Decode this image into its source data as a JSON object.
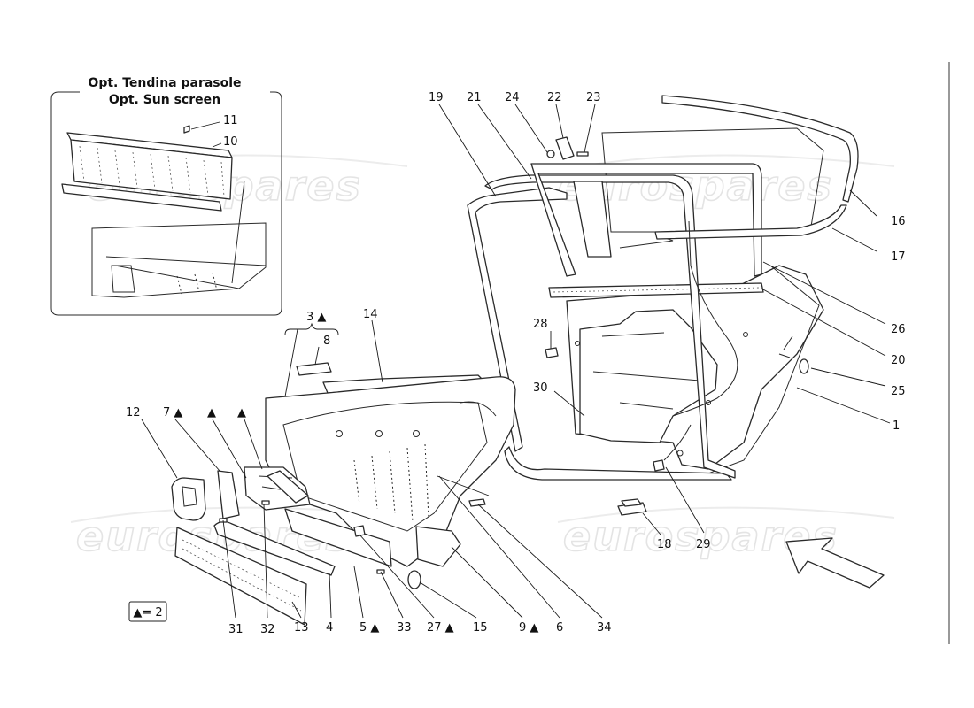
{
  "inset": {
    "title_line1": "Opt. Tendina parasole",
    "title_line2": "Opt. Sun screen"
  },
  "legend": {
    "text": "▲= 2"
  },
  "watermark": {
    "text": "eurospares"
  },
  "callouts": {
    "c1": "1",
    "c3": "3 ▲",
    "c4": "4",
    "c5": "5 ▲",
    "c6": "6",
    "c7": "7 ▲",
    "c7b": "▲",
    "c7c": "▲",
    "c8": "8",
    "c9": "9 ▲",
    "c10": "10",
    "c11": "11",
    "c12": "12",
    "c13": "13",
    "c14": "14",
    "c15": "15",
    "c16": "16",
    "c17": "17",
    "c18": "18",
    "c19": "19",
    "c20": "20",
    "c21": "21",
    "c22": "22",
    "c23": "23",
    "c24": "24",
    "c25": "25",
    "c26": "26",
    "c27": "27 ▲",
    "c28": "28",
    "c29": "29",
    "c30": "30",
    "c31": "31",
    "c32": "32",
    "c33": "33",
    "c34": "34"
  }
}
